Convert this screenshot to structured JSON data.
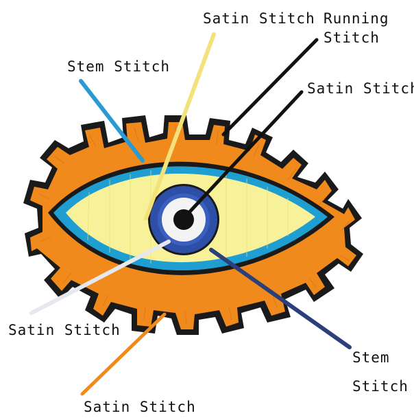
{
  "labels": {
    "satin_top": "Satin Stitch",
    "running_1": "Running",
    "running_2": "Stitch",
    "stem_top": "Stem Stitch",
    "satin_pupil": "Satin Stitch",
    "satin_white": "Satin Stitch",
    "stem_right_1": "Stem",
    "stem_right_2": "Stitch",
    "satin_bottom": "Satin Stitch"
  },
  "colors": {
    "outline": "#1a1a1a",
    "orange": "#f08a1c",
    "orange_dark": "#d96d0e",
    "light_blue": "#1f9fd1",
    "yellow": "#f7f29a",
    "iris_blue": "#2e4fa8",
    "white": "#f4f4f4",
    "pupil": "#111111",
    "line_yellow": "#f3e27a",
    "line_black": "#111111",
    "line_blue": "#2a9ad3",
    "line_white": "#e6e8ee",
    "line_navy": "#2b3f7a",
    "line_orange": "#f08a1c"
  }
}
